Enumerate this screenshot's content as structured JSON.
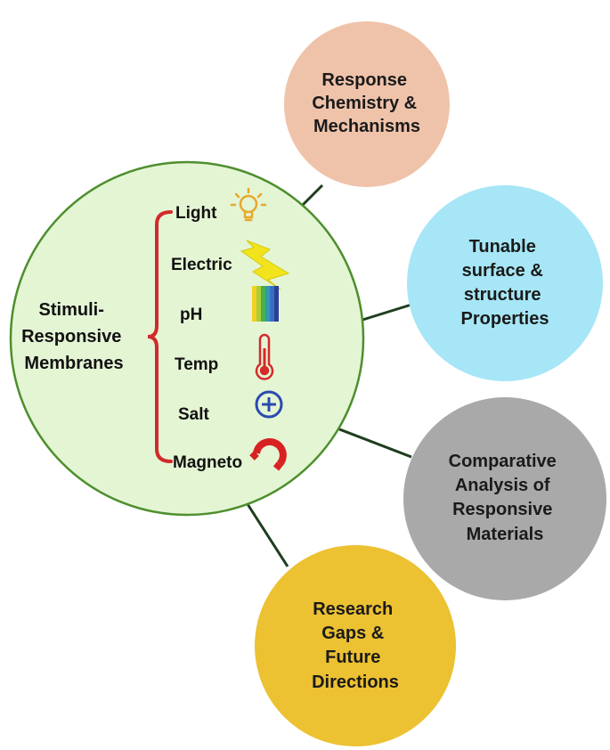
{
  "center": {
    "lines": [
      "Stimuli-",
      "Responsive",
      "Membranes"
    ],
    "fill": "#e4f5d4",
    "stroke": "#4e8f2e"
  },
  "bracket_color": "#d12a2a",
  "connector_color": "#1e3d1e",
  "stimuli": [
    {
      "label": "Light",
      "icon": "lightbulb-icon"
    },
    {
      "label": "Electric",
      "icon": "lightning-bolt-icon"
    },
    {
      "label": "pH",
      "icon": "ph-color-strip-icon"
    },
    {
      "label": "Temp",
      "icon": "thermometer-icon"
    },
    {
      "label": "Salt",
      "icon": "plus-circle-icon"
    },
    {
      "label": "Magneto",
      "icon": "magnet-icon"
    }
  ],
  "topics": [
    {
      "lines": [
        "Response",
        "Chemistry &",
        "Mechanisms"
      ],
      "color": "#efc3aa"
    },
    {
      "lines": [
        "Tunable",
        "surface &",
        "structure",
        "Properties"
      ],
      "color": "#a6e6f6"
    },
    {
      "lines": [
        "Comparative",
        "Analysis of",
        "Responsive",
        "Materials"
      ],
      "color": "#a9a9a9"
    },
    {
      "lines": [
        "Research",
        "Gaps &",
        "Future",
        "Directions"
      ],
      "color": "#ecc132"
    }
  ]
}
